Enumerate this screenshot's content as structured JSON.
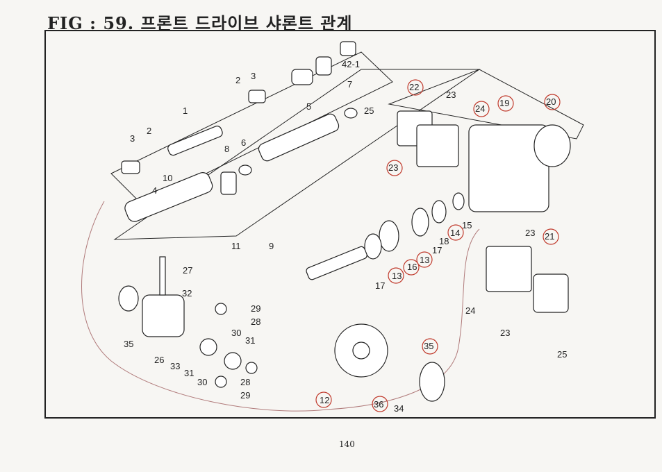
{
  "title": "FIG : 59. 프론트 드라이브 샤론트 관계",
  "page_number": "140",
  "circled_color": "#c0392b",
  "labels": [
    {
      "id": "l1",
      "text": "1"
    },
    {
      "id": "l2a",
      "text": "2"
    },
    {
      "id": "l2b",
      "text": "2"
    },
    {
      "id": "l3a",
      "text": "3"
    },
    {
      "id": "l3b",
      "text": "3"
    },
    {
      "id": "l4",
      "text": "4"
    },
    {
      "id": "l5",
      "text": "5"
    },
    {
      "id": "l6",
      "text": "6"
    },
    {
      "id": "l7",
      "text": "7"
    },
    {
      "id": "l8",
      "text": "8"
    },
    {
      "id": "l9",
      "text": "9"
    },
    {
      "id": "l10",
      "text": "10"
    },
    {
      "id": "l11",
      "text": "11"
    },
    {
      "id": "l12",
      "text": "12"
    },
    {
      "id": "l13a",
      "text": "13"
    },
    {
      "id": "l13b",
      "text": "13"
    },
    {
      "id": "l14",
      "text": "14"
    },
    {
      "id": "l15",
      "text": "15"
    },
    {
      "id": "l16",
      "text": "16"
    },
    {
      "id": "l17a",
      "text": "17"
    },
    {
      "id": "l17b",
      "text": "17"
    },
    {
      "id": "l18",
      "text": "18"
    },
    {
      "id": "l19",
      "text": "19"
    },
    {
      "id": "l20",
      "text": "20"
    },
    {
      "id": "l21",
      "text": "21"
    },
    {
      "id": "l22",
      "text": "22"
    },
    {
      "id": "l23a",
      "text": "23"
    },
    {
      "id": "l23b",
      "text": "23"
    },
    {
      "id": "l23c",
      "text": "23"
    },
    {
      "id": "l23d",
      "text": "23"
    },
    {
      "id": "l24a",
      "text": "24"
    },
    {
      "id": "l24b",
      "text": "24"
    },
    {
      "id": "l25a",
      "text": "25"
    },
    {
      "id": "l25b",
      "text": "25"
    },
    {
      "id": "l26",
      "text": "26"
    },
    {
      "id": "l27",
      "text": "27"
    },
    {
      "id": "l28a",
      "text": "28"
    },
    {
      "id": "l28b",
      "text": "28"
    },
    {
      "id": "l29a",
      "text": "29"
    },
    {
      "id": "l29b",
      "text": "29"
    },
    {
      "id": "l30a",
      "text": "30"
    },
    {
      "id": "l30b",
      "text": "30"
    },
    {
      "id": "l31a",
      "text": "31"
    },
    {
      "id": "l31b",
      "text": "31"
    },
    {
      "id": "l32",
      "text": "32"
    },
    {
      "id": "l33",
      "text": "33"
    },
    {
      "id": "l34",
      "text": "34"
    },
    {
      "id": "l35a",
      "text": "35"
    },
    {
      "id": "l35b",
      "text": "35"
    },
    {
      "id": "l36",
      "text": "36"
    },
    {
      "id": "l42",
      "text": "42-1"
    }
  ]
}
